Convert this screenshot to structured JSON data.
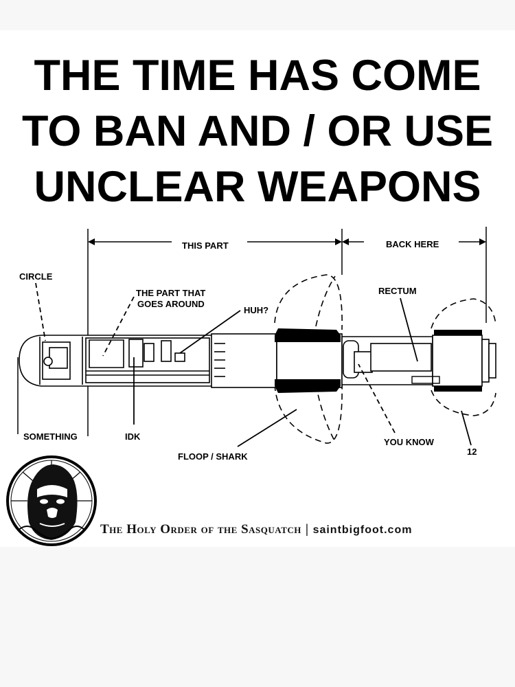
{
  "headline": {
    "lines": [
      "THE TIME HAS COME",
      "TO BAN AND / OR USE",
      "UNCLEAR WEAPONS"
    ]
  },
  "diagram": {
    "labels": {
      "this_part": "THIS PART",
      "back_here": "BACK HERE",
      "circle": "CIRCLE",
      "part_around_1": "THE PART THAT",
      "part_around_2": "GOES AROUND",
      "huh": "HUH?",
      "rectum": "RECTUM",
      "something": "SOMETHING",
      "idk": "IDK",
      "floop_shark": "FLOOP / SHARK",
      "you_know": "YOU KNOW",
      "twelve": "12"
    }
  },
  "footer": {
    "org": "The Holy Order of the Sasquatch",
    "separator": "|",
    "url": "saintbigfoot.com"
  },
  "colors": {
    "ink": "#000000",
    "panel": "#ffffff",
    "page": "#f7f7f7"
  },
  "icons": {
    "logo": "sasquatch-face-seal-icon"
  }
}
